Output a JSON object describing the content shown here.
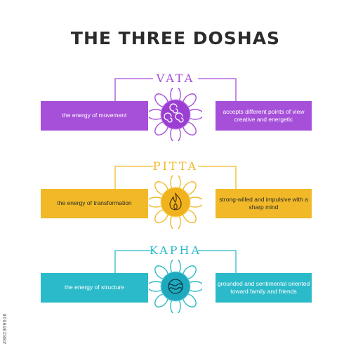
{
  "title": "THE THREE DOSHAS",
  "colors": {
    "vata": "#a64fd9",
    "pitta": "#f1b927",
    "kapha": "#2bbac9",
    "title": "#2b2b2b"
  },
  "doshas": [
    {
      "name": "VATA",
      "left_text": "the energy of movement",
      "right_text": "accepts different points of view creative and energetic",
      "icon": "air-swirl-icon"
    },
    {
      "name": "PITTA",
      "left_text": "the energy of transformation",
      "right_text": "strong-willed and impulsive with a sharp mind",
      "icon": "fire-flame-icon"
    },
    {
      "name": "KAPHA",
      "left_text": "the energy of structure",
      "right_text": "grounded and sentimental oriented toward family and friends",
      "icon": "water-earth-icon"
    }
  ],
  "watermark": "#882369616"
}
